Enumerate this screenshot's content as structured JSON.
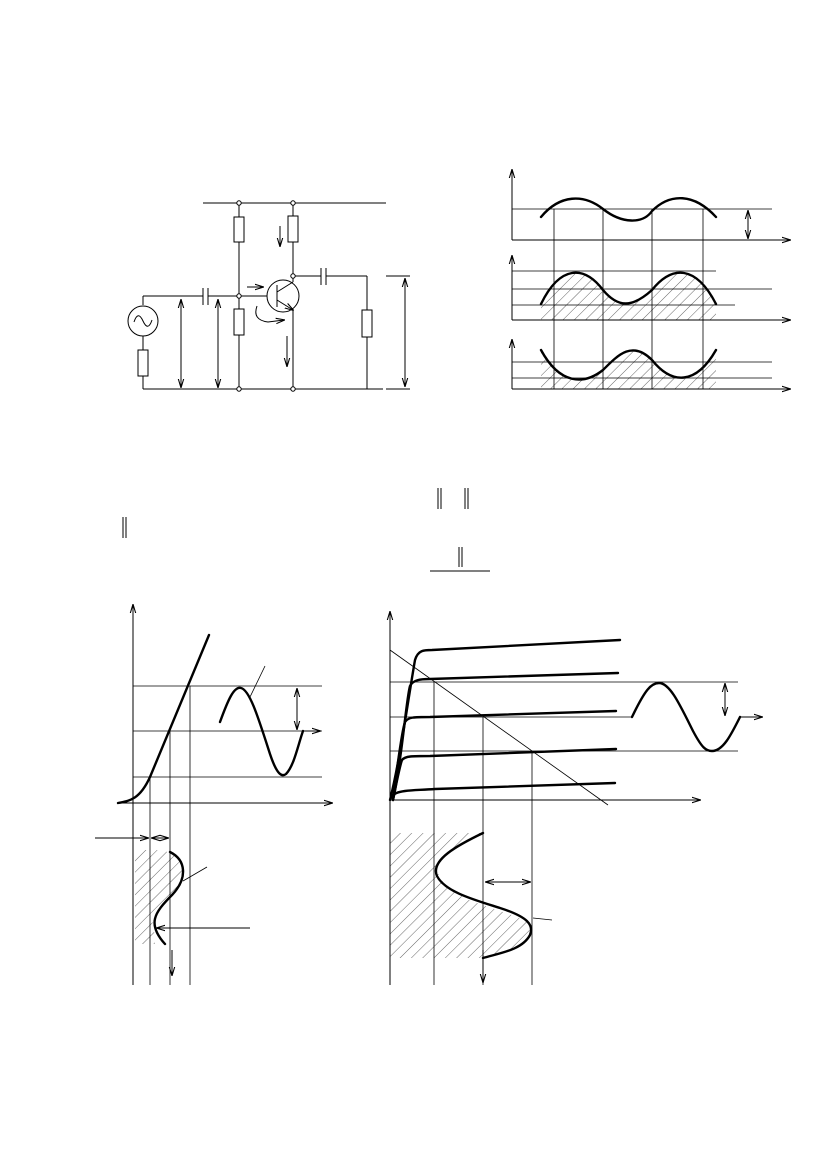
{
  "figures": [
    {
      "id": "amplifier-circuit"
    },
    {
      "id": "waveform-diagrams"
    },
    {
      "id": "input-characteristic"
    },
    {
      "id": "output-characteristics"
    }
  ]
}
